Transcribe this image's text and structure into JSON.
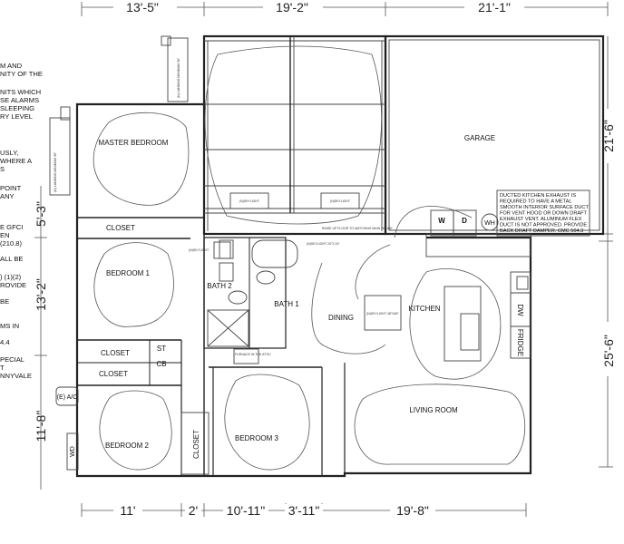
{
  "dimensions": {
    "top": [
      "13'-5\"",
      "19'-2\"",
      "21'-1\""
    ],
    "left": [
      "5'-3\"",
      "13'-2\"",
      "11'-8\""
    ],
    "right": [
      "21'-6\"",
      "25'-6\""
    ],
    "bottom": [
      "11'",
      "2'",
      "10'-11\"",
      "3'-11\"",
      "19'-8\""
    ]
  },
  "rooms": {
    "garage": "GARAGE",
    "master_bedroom": "MASTER BEDROOM",
    "closet_1": "CLOSET",
    "bedroom_1": "BEDROOM 1",
    "bath_2": "BATH 2",
    "bath_1": "BATH 1",
    "dining": "DINING",
    "kitchen": "KITCHEN",
    "closet_2": "CLOSET",
    "closet_3": "CLOSET",
    "st": "ST",
    "cb": "CB",
    "bedroom_2": "BEDROOM 2",
    "closet_4": "CLOSET",
    "bedroom_3": "BEDROOM 3",
    "living_room": "LIVING ROOM"
  },
  "appliances": {
    "washer": "W",
    "dryer": "D",
    "water_heater": "WH",
    "dishwasher": "DW",
    "fridge": "FRIDGE",
    "ac": "(E) A/C",
    "wd": "WD"
  },
  "notes": {
    "kitchen_exhaust": [
      "DUCTED KITCHEN EXHAUST IS",
      "REQUIRED TO HAVE A METAL",
      "SMOOTH INTERIOR SURFACE DUCT",
      "FOR VENT HOOD OR DOWN DRAFT",
      "EXHAUST VENT. ALUMINUM FLEX",
      "DUCT IS NOT APPROVED. PROVIDE",
      "BACK DRAFT DAMPER. CMC 504.3"
    ],
    "skylight_1": "(N)SKYLIGHT",
    "skylight_2": "(N)SKYLIGHT",
    "skylight_3": "(N)SKYLIGHT",
    "skylight_4": "(N)SKYLIGHT 24\"X 24\"",
    "skylight_5": "(N)SKYLIGHT 48\"X48\"",
    "raise_floor": "RAISE UP FLOOR TO MATCHING MAIN HOUSE",
    "furnace": "FURNACE IN THE ATTIC",
    "landing_1": "(N) LANDING MINIMUM 36\"",
    "landing_2": "(N) LANDING MINIMUM 36\"",
    "left_notes": [
      "M AND",
      "NITY OF THE",
      "",
      "NITS WHICH",
      "SE ALARMS",
      "SLEEPING",
      "RY LEVEL",
      "",
      "",
      "USLY,",
      "WHERE A",
      "S",
      "",
      "POINT",
      "ANY",
      "",
      "",
      "E GFCI",
      "EN",
      "(210.8)",
      "",
      "ALL BE",
      "",
      ") (1)(2)",
      "ROVIDE",
      "",
      "BE",
      "",
      "MS IN",
      "",
      "4.4",
      "",
      "PECIAL",
      "T",
      "NNYVALE"
    ]
  }
}
